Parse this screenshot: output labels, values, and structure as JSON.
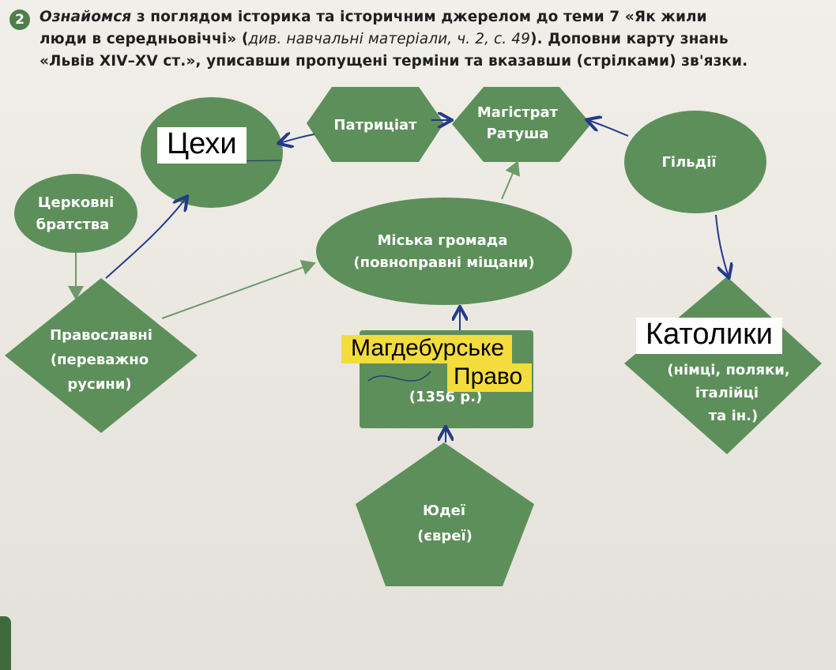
{
  "header": {
    "number": "2",
    "line1_italic": "Ознайомся",
    "line1_rest": " з поглядом історика та історичним джерелом до теми 7 «Як жили",
    "line2_a": "люди в середньовіччі» (",
    "line2_italic": "див. навчальні матеріали, ч. 2, с. 49",
    "line2_b": "). Доповни карту знань",
    "line3": "«Львів XIV–XV ст.», уписавши пропущені терміни та вказавши (стрілками) зв'язки."
  },
  "nodes": {
    "patrytsiat": "Патриціат",
    "magistrat_l1": "Магістрат",
    "magistrat_l2": "Ратуша",
    "hildii": "Гільдії",
    "tserkovni_l1": "Церковні",
    "tserkovni_l2": "братства",
    "hromada_l1": "Міська громада",
    "hromada_l2": "(повноправні міщани)",
    "pravoslavni_l1": "Православні",
    "pravoslavni_l2": "(переважно",
    "pravoslavni_l3": "русини)",
    "katolyky_l1": "(німці, поляки,",
    "katolyky_l2": "італійці",
    "katolyky_l3": "та ін.)",
    "year": "(1356 р.)",
    "yudei_l1": "Юдеї",
    "yudei_l2": "(євреї)"
  },
  "answers": {
    "tsekhy": "Цехи",
    "katolyky": "Католики",
    "magdeburg": "Магдебурське",
    "pravo": "Право"
  },
  "colors": {
    "node_green": "#5d8f5a",
    "arrow_pen": "#243a8c",
    "arrow_printed": "#6e9a6a",
    "highlight_yellow": "#f4dc3c"
  }
}
